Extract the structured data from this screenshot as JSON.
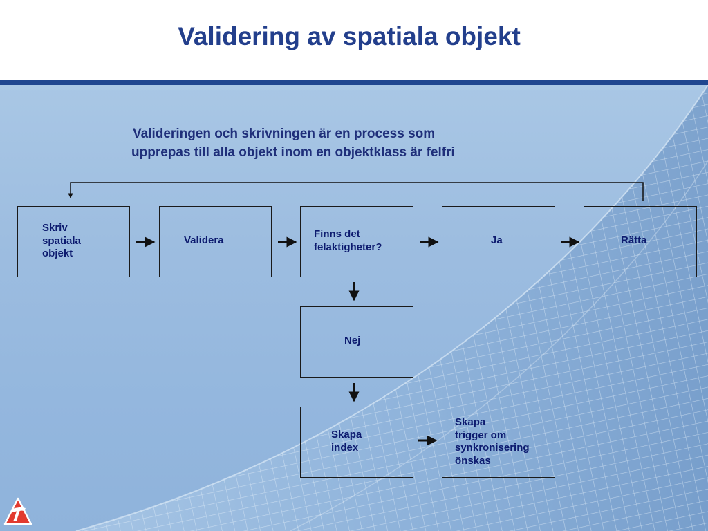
{
  "slide": {
    "title": "Validering av spatiala objekt",
    "subtitle_line1": "Valideringen och skrivningen är en process som",
    "subtitle_line2": "upprepas till alla objekt inom en objektklass är felfri"
  },
  "diagram": {
    "nodes": [
      {
        "id": "write",
        "text": "Skriv\nspatiala\nobjekt"
      },
      {
        "id": "validate",
        "text": "Validera"
      },
      {
        "id": "errors",
        "text": "Finns det\nfelaktigheter?"
      },
      {
        "id": "yes",
        "text": "Ja"
      },
      {
        "id": "fix",
        "text": "Rätta"
      },
      {
        "id": "no",
        "text": "Nej"
      },
      {
        "id": "index",
        "text": "Skapa\nindex"
      },
      {
        "id": "trigger",
        "text": "Skapa\ntrigger om\nsynkronisering\nönskas"
      }
    ],
    "edges": [
      {
        "from": "write",
        "to": "validate"
      },
      {
        "from": "validate",
        "to": "errors"
      },
      {
        "from": "errors",
        "to": "yes"
      },
      {
        "from": "yes",
        "to": "fix"
      },
      {
        "from": "errors",
        "to": "no"
      },
      {
        "from": "no",
        "to": "index"
      },
      {
        "from": "index",
        "to": "trigger"
      },
      {
        "from": "fix",
        "to": "write"
      }
    ]
  },
  "colors": {
    "title": "#233f8c",
    "rule": "#1f4690",
    "text": "#0c1a6e"
  },
  "logo": {
    "icon": "t-logo-icon"
  }
}
